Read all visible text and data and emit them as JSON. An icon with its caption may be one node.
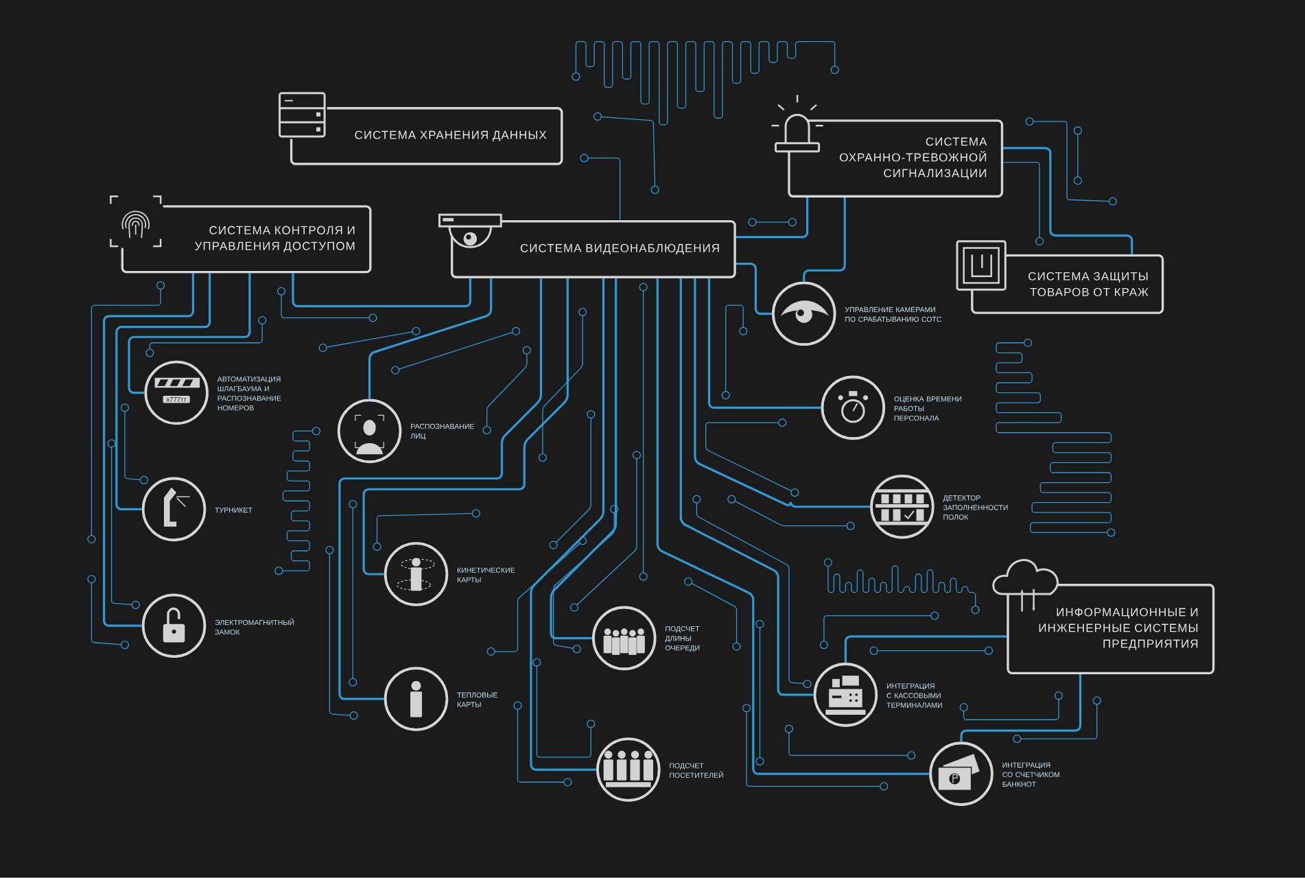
{
  "diagram": {
    "nodes": [
      {
        "text": [
          "СИСТЕМА ХРАНЕНИЯ ДАННЫХ"
        ]
      },
      {
        "text": [
          "СИСТЕМА ОХРАННО-ТРЕВОЖНОЙ СИГНАЛИЗАЦИИ"
        ]
      },
      {
        "text": [
          "СИСТЕМА КОНТРОЛЯ И УПРАВЛЕНИЯ ДОСТУПОМ"
        ]
      },
      {
        "text": [
          "СИСТЕМА ВИДЕОНАБЛЮДЕНИЯ"
        ]
      },
      {
        "text": [
          "СИСТЕМА ЗАЩИТЫ ТОВАРОВ ОТ КРАЖ"
        ]
      },
      {
        "text": [
          "ИНФОРМАЦИОННЫЕ И ИНЖЕНЕРНЫЕ СИСТЕМЫ ПРЕДПРИЯТИЯ"
        ]
      },
      {
        "text": [],
        "shape": "circle",
        "beside": [
          "УПРАВЛЕНИЕ КАМЕРАМИ ПО СРАБАТЫВАНИЮ СОТС"
        ]
      },
      {
        "text": [],
        "shape": "circle",
        "beside": [
          "АВТОМАТИЗАЦИЯ ШЛАГБАУМА И РАСПОЗНАВАНИЕ НОМЕРОВ"
        ]
      },
      {
        "text": [],
        "shape": "circle",
        "beside": [
          "РАСПОЗНАВАНИЕ ЛИЦ"
        ]
      },
      {
        "text": [],
        "shape": "circle",
        "beside": [
          "ОЦЕНКА ВРЕМЕНИ РАБОТЫ ПЕРСОНАЛА"
        ]
      },
      {
        "text": [],
        "shape": "circle",
        "beside": [
          "ТУРНИКЕТ"
        ]
      },
      {
        "text": [],
        "shape": "circle",
        "beside": [
          "ДЕТЕКТОР ЗАПОЛНЕННОСТИ ПОЛОК"
        ]
      },
      {
        "text": [],
        "shape": "circle",
        "beside": [
          "КИНЕТИЧЕСКИЕ КАРТЫ"
        ]
      },
      {
        "text": [],
        "shape": "circle",
        "beside": [
          "ЭЛЕКТРОМАГНИТНЫЙ ЗАМОК"
        ]
      },
      {
        "text": [],
        "shape": "circle",
        "beside": [
          "ПОДСЧЕТ ДЛИНЫ ОЧЕРЕДИ"
        ]
      },
      {
        "text": [],
        "shape": "circle",
        "beside": [
          "ИНТЕГРАЦИЯ С КАССОВЫМИ ТЕРМИНАЛАМИ"
        ]
      },
      {
        "text": [],
        "shape": "circle",
        "beside": [
          "ТЕПЛОВЫЕ КАРТЫ"
        ]
      },
      {
        "text": [],
        "shape": "circle",
        "beside": [
          "ПОДСЧЕТ ПОСЕТИТЕЛЕЙ"
        ]
      },
      {
        "text": [],
        "shape": "circle",
        "beside": [
          "ИНТЕГРАЦИЯ СО СЧЕТЧИКОМ БАНКНОТ"
        ]
      }
    ],
    "edges": [
      {
        "from": 2,
        "to": 3,
        "arrow": "none"
      },
      {
        "from": 3,
        "to": 1,
        "arrow": "none"
      },
      {
        "from": 1,
        "to": 4,
        "arrow": "none"
      },
      {
        "from": 1,
        "to": 6,
        "arrow": "none"
      },
      {
        "from": 3,
        "to": 6,
        "arrow": "none"
      },
      {
        "from": 2,
        "to": 7,
        "arrow": "none"
      },
      {
        "from": 2,
        "to": 10,
        "arrow": "none"
      },
      {
        "from": 2,
        "to": 13,
        "arrow": "none"
      },
      {
        "from": 3,
        "to": 8,
        "arrow": "none"
      },
      {
        "from": 3,
        "to": 9,
        "arrow": "none"
      },
      {
        "from": 3,
        "to": 11,
        "arrow": "none"
      },
      {
        "from": 3,
        "to": 12,
        "arrow": "none"
      },
      {
        "from": 3,
        "to": 16,
        "arrow": "none"
      },
      {
        "from": 3,
        "to": 14,
        "arrow": "none"
      },
      {
        "from": 3,
        "to": 17,
        "arrow": "none"
      },
      {
        "from": 3,
        "to": 15,
        "arrow": "none"
      },
      {
        "from": 3,
        "to": 18,
        "arrow": "none"
      },
      {
        "from": 5,
        "to": 15,
        "arrow": "none"
      },
      {
        "from": 5,
        "to": 18,
        "arrow": "none"
      }
    ],
    "labels": [
      "х777тт"
    ]
  }
}
